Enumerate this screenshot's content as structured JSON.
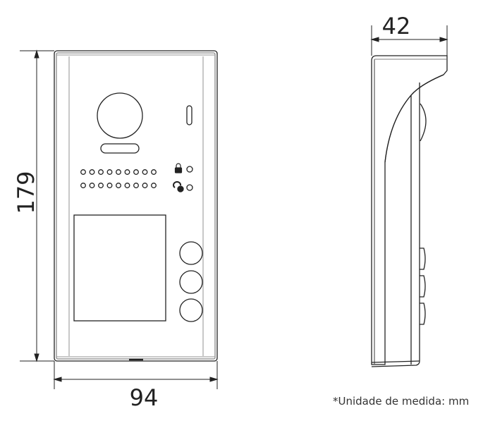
{
  "dimensions": {
    "width": "94",
    "height": "179",
    "depth": "42"
  },
  "note": "*Unidade de medida: mm",
  "colors": {
    "line": "#222222",
    "light_line": "#999999"
  },
  "icons": [
    "lock-icon",
    "doorbell-icon"
  ]
}
